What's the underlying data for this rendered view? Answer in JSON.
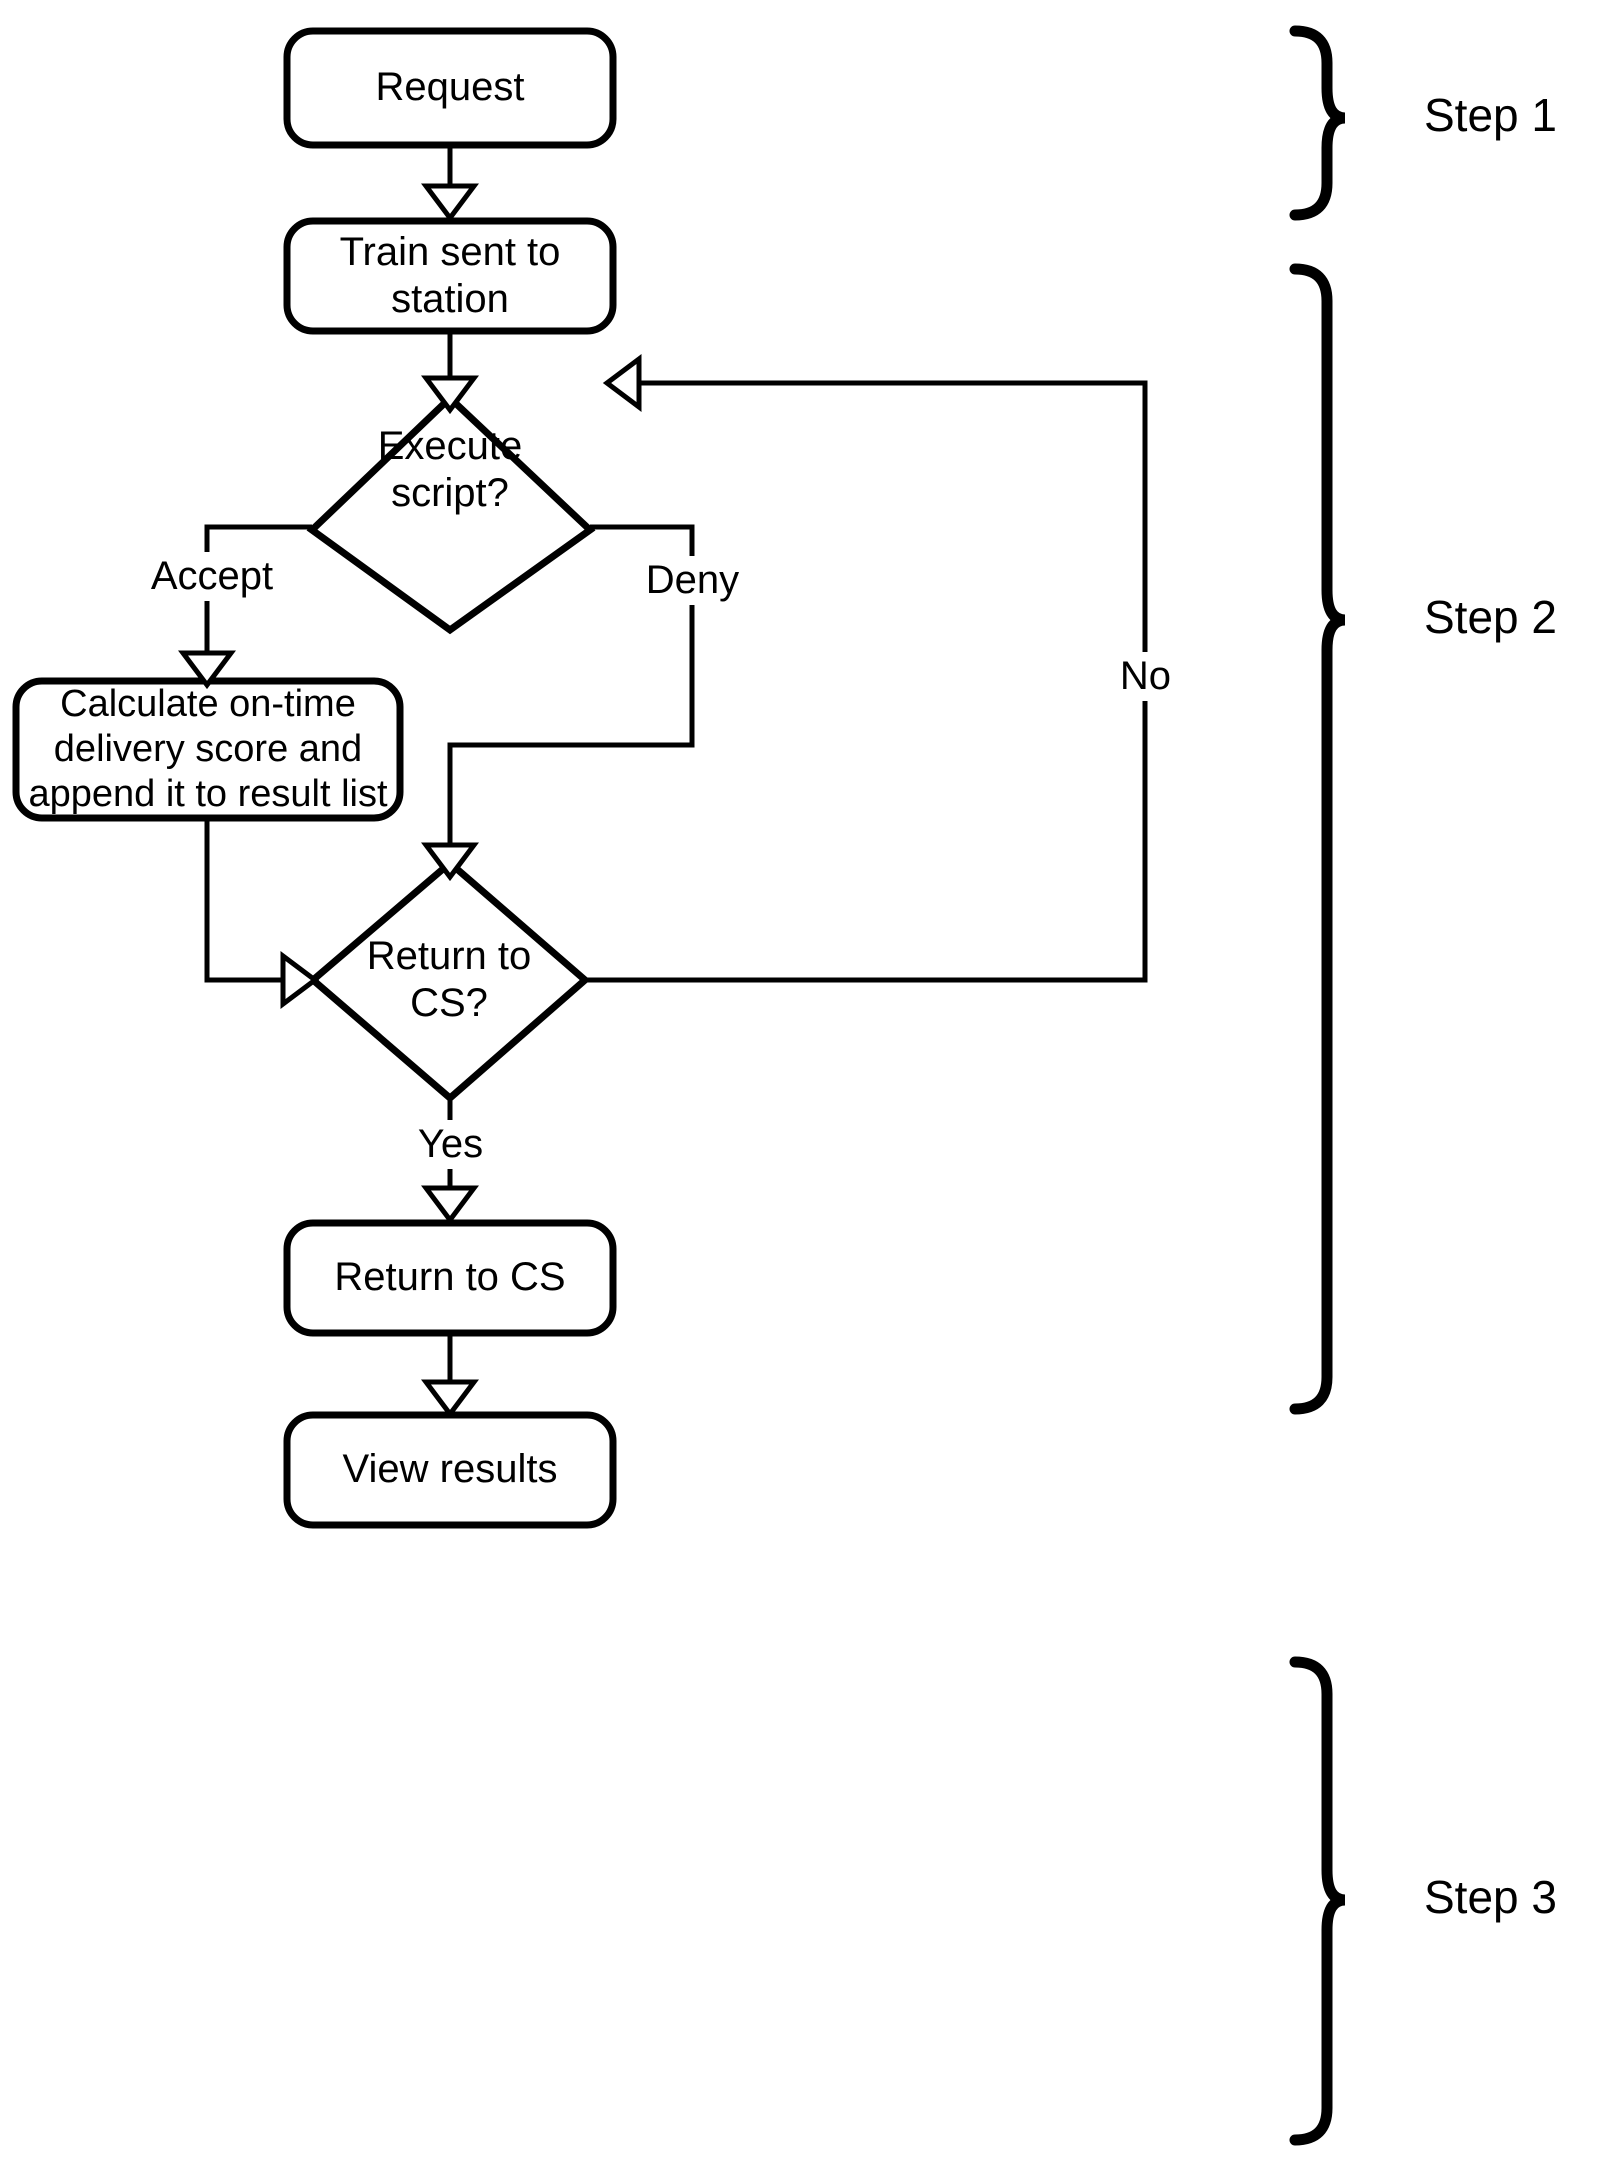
{
  "diagram": {
    "type": "flowchart",
    "title": "Request handling flowchart",
    "background_color": "#ffffff",
    "stroke_color": "#000000",
    "text_color": "#000000"
  },
  "nodes": [
    {
      "id": "request",
      "shape": "rounded-rect",
      "label": "Request"
    },
    {
      "id": "train",
      "shape": "rounded-rect",
      "label": "Train sent to\nstation"
    },
    {
      "id": "execute",
      "shape": "diamond",
      "label": "Execute\nscript?"
    },
    {
      "id": "calculate",
      "shape": "rounded-rect",
      "label": "Calculate on-time\ndelivery score and\nappend it to result list"
    },
    {
      "id": "returncs",
      "shape": "diamond",
      "label": "Return to\nCS?"
    },
    {
      "id": "returnbox",
      "shape": "rounded-rect",
      "label": "Return to CS"
    },
    {
      "id": "view",
      "shape": "rounded-rect",
      "label": "View results"
    }
  ],
  "edge_labels": [
    {
      "id": "accept",
      "label": "Accept"
    },
    {
      "id": "deny",
      "label": "Deny"
    },
    {
      "id": "no",
      "label": "No"
    },
    {
      "id": "yes",
      "label": "Yes"
    }
  ],
  "steps": [
    {
      "id": "step1",
      "label": "Step 1"
    },
    {
      "id": "step2",
      "label": "Step 2"
    },
    {
      "id": "step3",
      "label": "Step 3"
    }
  ],
  "chart_data": {
    "type": "flowchart",
    "title": "Request handling flowchart",
    "nodes": [
      {
        "id": "request",
        "text": "Request",
        "type": "process"
      },
      {
        "id": "train",
        "text": "Train sent to station",
        "type": "process"
      },
      {
        "id": "execute",
        "text": "Execute script?",
        "type": "decision"
      },
      {
        "id": "calculate",
        "text": "Calculate on-time delivery score and append it to result list",
        "type": "process"
      },
      {
        "id": "returncs",
        "text": "Return to CS?",
        "type": "decision"
      },
      {
        "id": "returnbox",
        "text": "Return to CS",
        "type": "process"
      },
      {
        "id": "view",
        "text": "View results",
        "type": "process"
      }
    ],
    "edges": [
      {
        "from": "request",
        "to": "train",
        "label": ""
      },
      {
        "from": "train",
        "to": "execute",
        "label": ""
      },
      {
        "from": "execute",
        "to": "calculate",
        "label": "Accept"
      },
      {
        "from": "execute",
        "to": "returncs",
        "label": "Deny"
      },
      {
        "from": "calculate",
        "to": "returncs",
        "label": ""
      },
      {
        "from": "returncs",
        "to": "train",
        "label": "No"
      },
      {
        "from": "returncs",
        "to": "returnbox",
        "label": "Yes"
      },
      {
        "from": "returnbox",
        "to": "view",
        "label": ""
      }
    ],
    "groups": [
      {
        "label": "Step 1",
        "nodes": [
          "request"
        ]
      },
      {
        "label": "Step 2",
        "nodes": [
          "train",
          "execute",
          "calculate",
          "returncs"
        ]
      },
      {
        "label": "Step 3",
        "nodes": [
          "returnbox",
          "view"
        ]
      }
    ]
  }
}
